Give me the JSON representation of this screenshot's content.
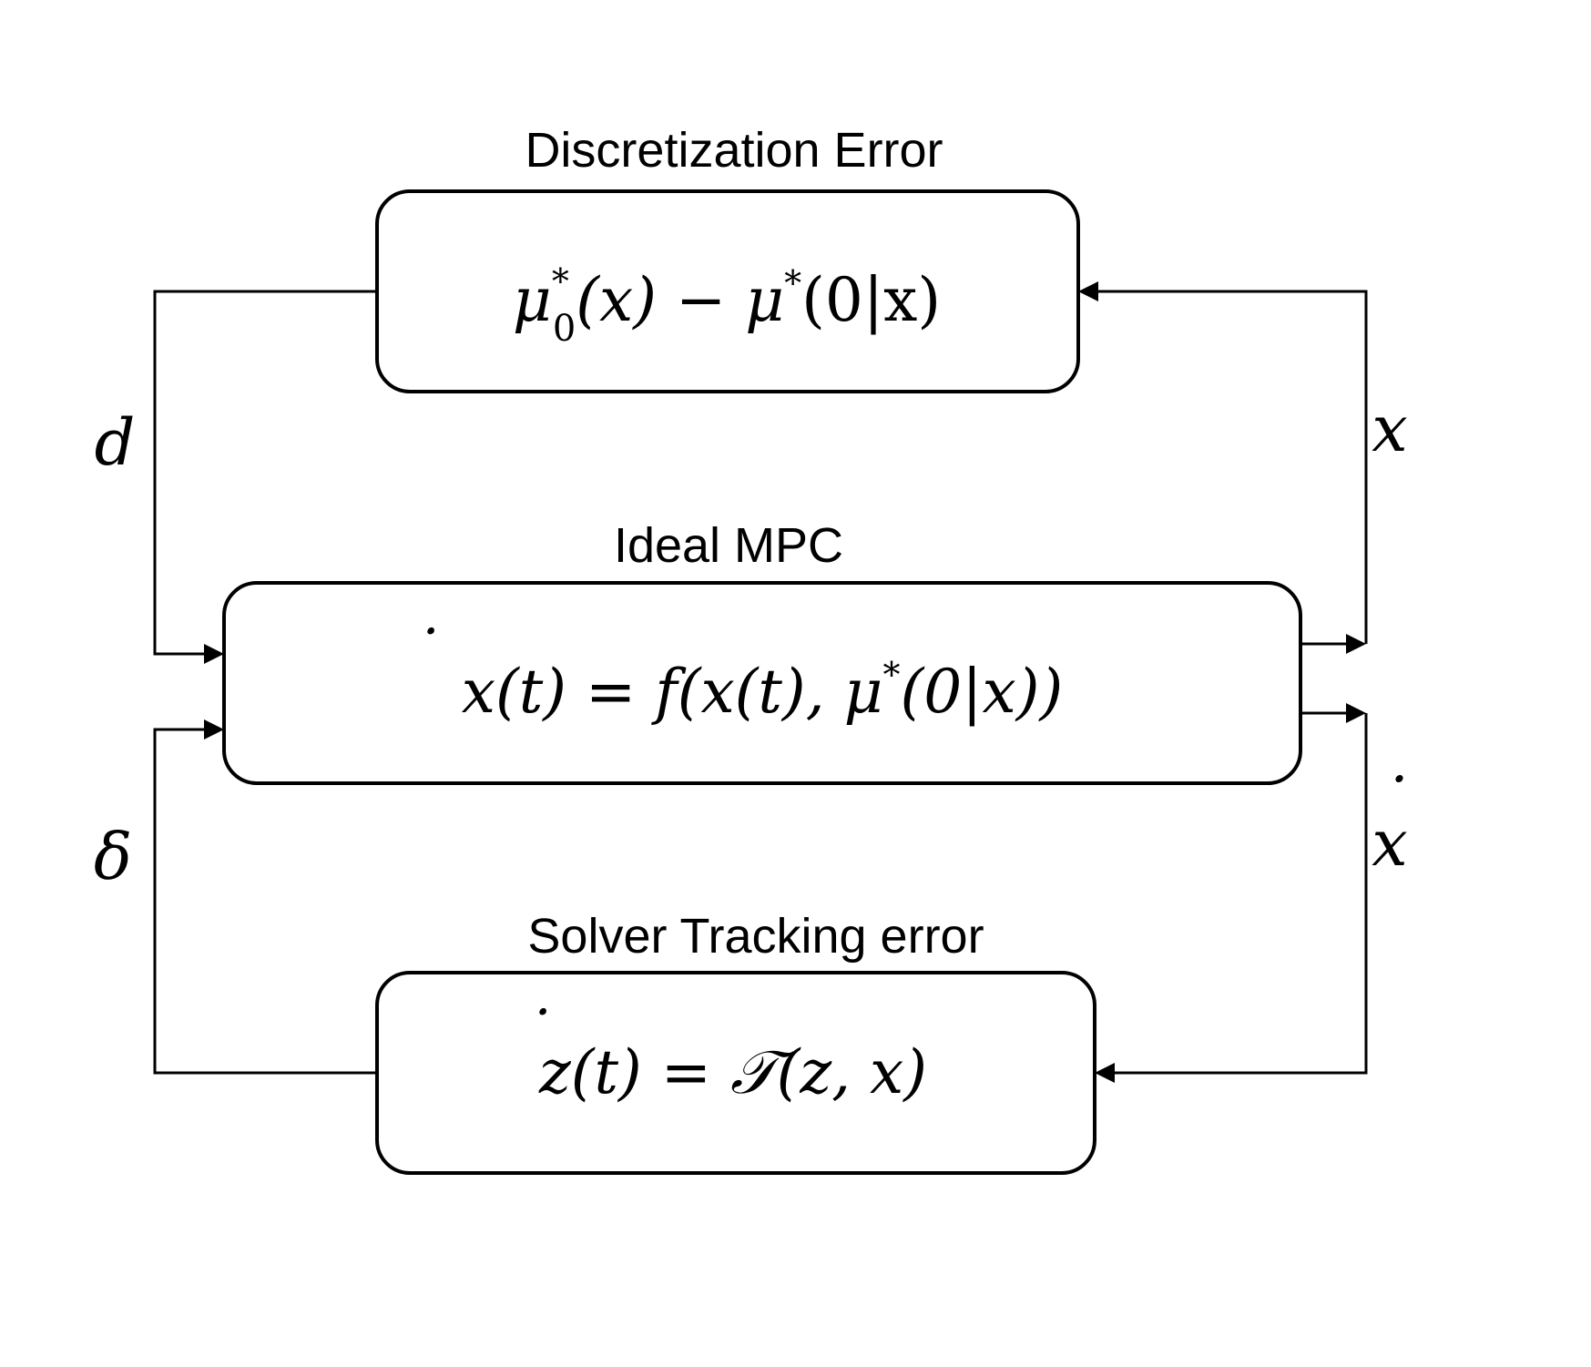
{
  "blocks": {
    "discretization": {
      "title": "Discretization Error",
      "eq": {
        "mu": "μ",
        "sub": "0",
        "star": "*",
        "rest": "(x) − μ",
        "star2": "*",
        "end": "(0|x)"
      }
    },
    "ideal": {
      "title": "Ideal MPC",
      "eq": {
        "lhs": "x",
        "dot": "˙",
        "rest1": "(t) = f(x(t), μ",
        "star": "*",
        "rest2": "(0|x))"
      }
    },
    "solver": {
      "title": "Solver Tracking error",
      "eq": {
        "lhs": "z",
        "dot": "˙",
        "rest": "(t) = 𝒯(z, x)"
      }
    }
  },
  "signals": {
    "d": "d",
    "x": "x",
    "delta": "δ",
    "xdot": "x",
    "xdot_dot": "˙"
  }
}
